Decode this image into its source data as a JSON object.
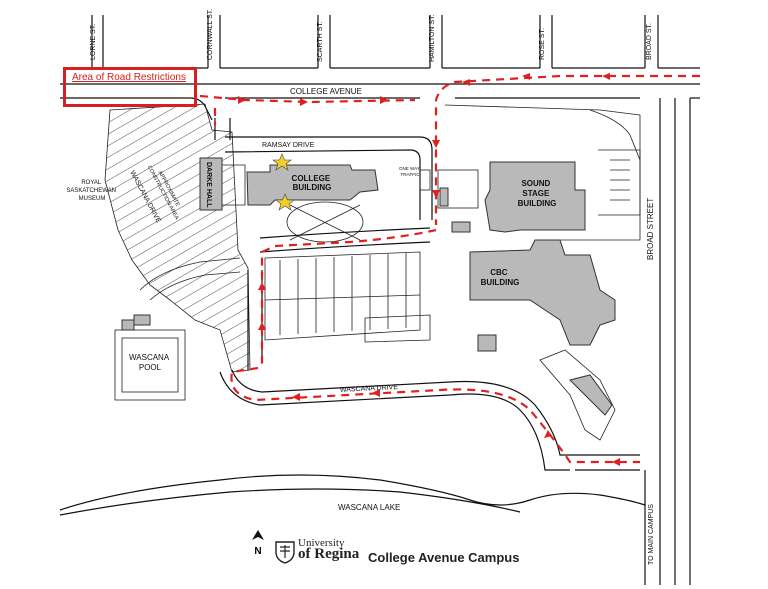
{
  "map": {
    "legend_label": "Area of Road Restrictions",
    "streets": {
      "lorne": "LORNE ST.",
      "cornwall": "CORNWALL ST.",
      "scarth": "SCARTH ST.",
      "hamilton": "HAMILTON ST.",
      "rose": "ROSE ST.",
      "broad_top": "BROAD ST.",
      "broad_side": "BROAD STREET",
      "college_ave": "COLLEGE AVENUE",
      "ramsay": "RAMSAY DRIVE",
      "wascana_drive_low": "WASCANA DRIVE",
      "wascana_drive_diag": "WASCANA DRIVE",
      "to_main_campus": "TO MAIN CAMPUS"
    },
    "buildings": {
      "college": "COLLEGE BUILDING",
      "darke": "DARKE HALL",
      "sound_stage": "SOUND STAGE BUILDING",
      "cbc": "CBC BUILDING",
      "pool": "WASCANA POOL",
      "museum": "ROYAL SASKATCHEWAN MUSEUM",
      "construction": "APPROXIMATE CONSTRUCTION AREA",
      "one_way": "ONE WAY TRAFFIC"
    },
    "lake": "WASCANA LAKE",
    "north": "N",
    "university_top": "University",
    "university_bottom": "of Regina",
    "campus_title": "College Avenue Campus",
    "colors": {
      "route": "#e02020",
      "building": "#b9b9b9",
      "restriction_box": "#d42020"
    }
  }
}
